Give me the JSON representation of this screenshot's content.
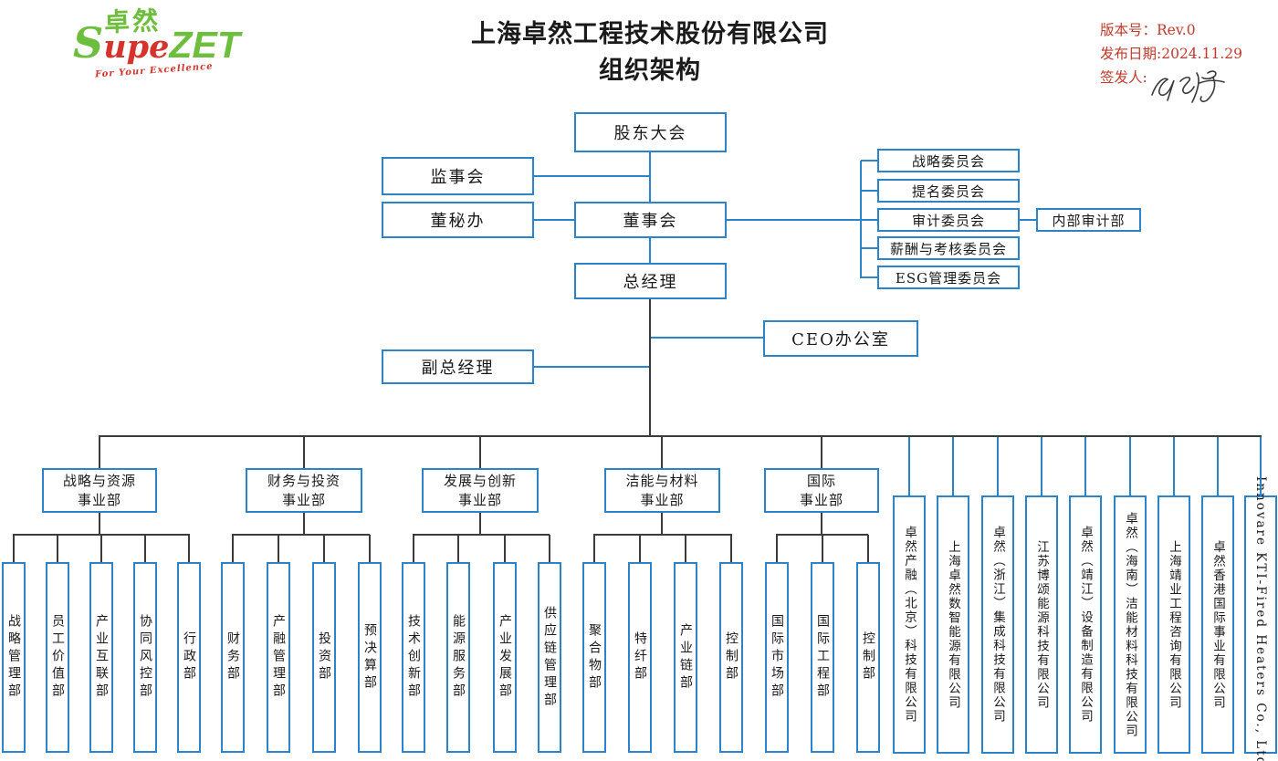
{
  "logo": {
    "cn": "卓然",
    "s": "S",
    "mid": "upe",
    "zet": "ZET",
    "tagline": "For Your Excellence"
  },
  "title": {
    "line1": "上海卓然工程技术股份有限公司",
    "line2": "组织架构"
  },
  "meta": {
    "version": "版本号：Rev.0",
    "date": "发布日期:2024.11.29",
    "signer": "签发人:"
  },
  "colors": {
    "box_border_blue": "#2B83C9",
    "line_dark": "#3C3C3C",
    "brand_green": "#6CBE3C",
    "brand_red": "#D4342B",
    "meta_red": "#C0392B"
  },
  "org": {
    "shareholders": "股东大会",
    "supervisory": "监事会",
    "board_secretary": "董秘办",
    "board": "董事会",
    "gm": "总经理",
    "ceo_office": "CEO办公室",
    "deputy_gm": "副总经理",
    "committees": [
      "战略委员会",
      "提名委员会",
      "审计委员会",
      "薪酬与考核委员会",
      "ESG管理委员会"
    ],
    "internal_audit": "内部审计部",
    "divisions": [
      {
        "label1": "战略与资源",
        "label2": "事业部",
        "departments": [
          "战略管理部",
          "员工价值部",
          "产业互联部",
          "协同风控部",
          "行政部"
        ]
      },
      {
        "label1": "财务与投资",
        "label2": "事业部",
        "departments": [
          "财务部",
          "产融管理部",
          "投资部",
          "预决算部"
        ]
      },
      {
        "label1": "发展与创新",
        "label2": "事业部",
        "departments": [
          "技术创新部",
          "能源服务部",
          "产业发展部",
          "供应链管理部"
        ]
      },
      {
        "label1": "洁能与材料",
        "label2": "事业部",
        "departments": [
          "聚合物部",
          "特纤部",
          "产业链部",
          "控制部"
        ]
      },
      {
        "label1": "国际",
        "label2": "事业部",
        "departments": [
          "国际市场部",
          "国际工程部",
          "控制部"
        ]
      }
    ],
    "subsidiaries": [
      "卓然产融（北京）科技有限公司",
      "上海卓然数智能源有限公司",
      "卓然（浙江）集成科技有限公司",
      "江苏博颂能源科技有限公司",
      "卓然（靖江）设备制造有限公司",
      "卓然（海南）洁能材料科技有限公司",
      "上海靖业工程咨询有限公司",
      "卓然香港国际事业有限公司",
      "Innovare KTI-Fired Heaters Co., Ltd."
    ]
  }
}
